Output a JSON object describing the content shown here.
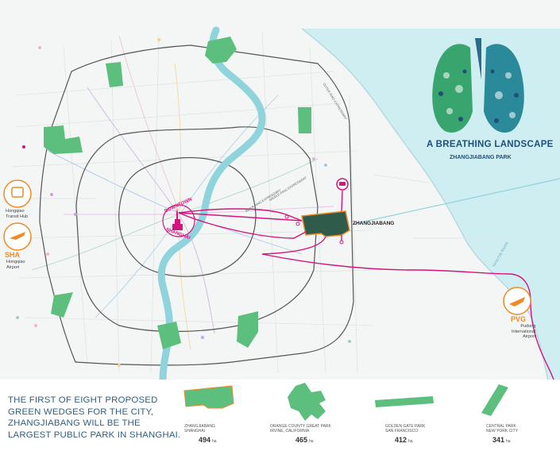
{
  "title": {
    "main": "A BREATHING LANDSCAPE",
    "sub": "ZHANGJIABANG PARK"
  },
  "map_labels": {
    "downtown_line1": "DOWNTOWN",
    "downtown_line2": "SHANGHAI",
    "zhangjiabang": "ZHANGJIABANG",
    "hongqiao_hub": "Hongqiao\nTransit Hub",
    "sha_code": "SHA",
    "sha_name": "Hongqiao\nAirport",
    "pvg_code": "PVG",
    "pvg_name": "Pudong\nInternational\nAirport",
    "yangtze": "YANGTZE RIVER",
    "hwy_outer": "OUTER RING EXPRESSWAY",
    "hwy_middle": "MIDDLE RING EXPRESSWAY",
    "hwy_inner": "INNER RING EXPRESSWAY"
  },
  "tagline": [
    "THE FIRST OF EIGHT PROPOSED",
    "GREEN WEDGES FOR THE CITY,",
    "ZHANGJIABANG WILL BE THE",
    "LARGEST PUBLIC PARK IN SHANGHAI."
  ],
  "parks": [
    {
      "name": "ZHANGJIABANG\nSHANGHAI",
      "area": "494",
      "unit": "ha"
    },
    {
      "name": "ORANGE COUNTY GREAT PARK\nIRVINE, CALIFORNIA",
      "area": "465",
      "unit": "ha"
    },
    {
      "name": "GOLDEN GATE PARK\nSAN FRANCISCO",
      "area": "412",
      "unit": "ha"
    },
    {
      "name": "CENTRAL PARK\nNEW YORK CITY",
      "area": "341",
      "unit": "ha"
    }
  ],
  "colors": {
    "green_wedge": "#5dbf7e",
    "river": "#8fd3dc",
    "sea": "#cfeef2",
    "magenta_route": "#d4147f",
    "orange_accent": "#f08a24",
    "ring_road": "#555555",
    "title_blue": "#1f4f7a",
    "dark_park": "#2e5b4a"
  }
}
